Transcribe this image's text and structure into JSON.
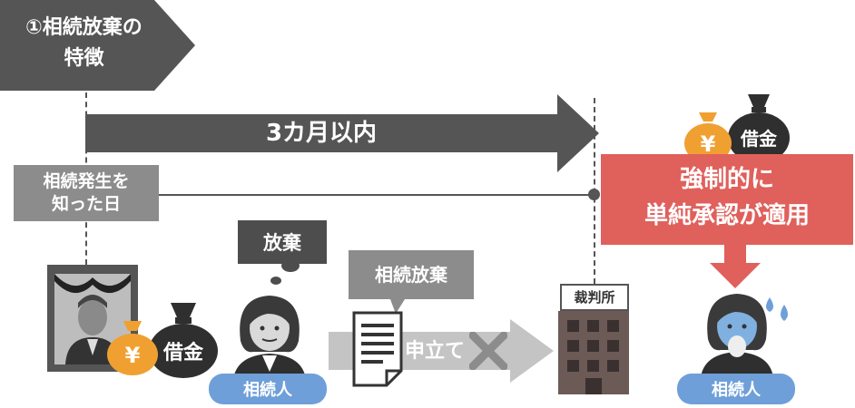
{
  "title_tag": "①相続放棄の\n特徴",
  "period_label": "3カ月以内",
  "start_label": "相続発生を\n知った日",
  "penalty_label": "強制的に\n単純承認が適用",
  "debt_label": "借金",
  "yen_symbol": "¥",
  "thought_label": "放棄",
  "document_label": "相続放棄",
  "application_label": "申立て",
  "court_label": "裁判所",
  "heir_label": "相続人",
  "colors": {
    "dark_gray": "#4d4d4d",
    "mid_gray": "#8c8c8c",
    "light_gray": "#c8c8c8",
    "red": "#e0605c",
    "blue": "#6f9fd8",
    "gold": "#f0a030",
    "brown": "#6b5a55"
  }
}
